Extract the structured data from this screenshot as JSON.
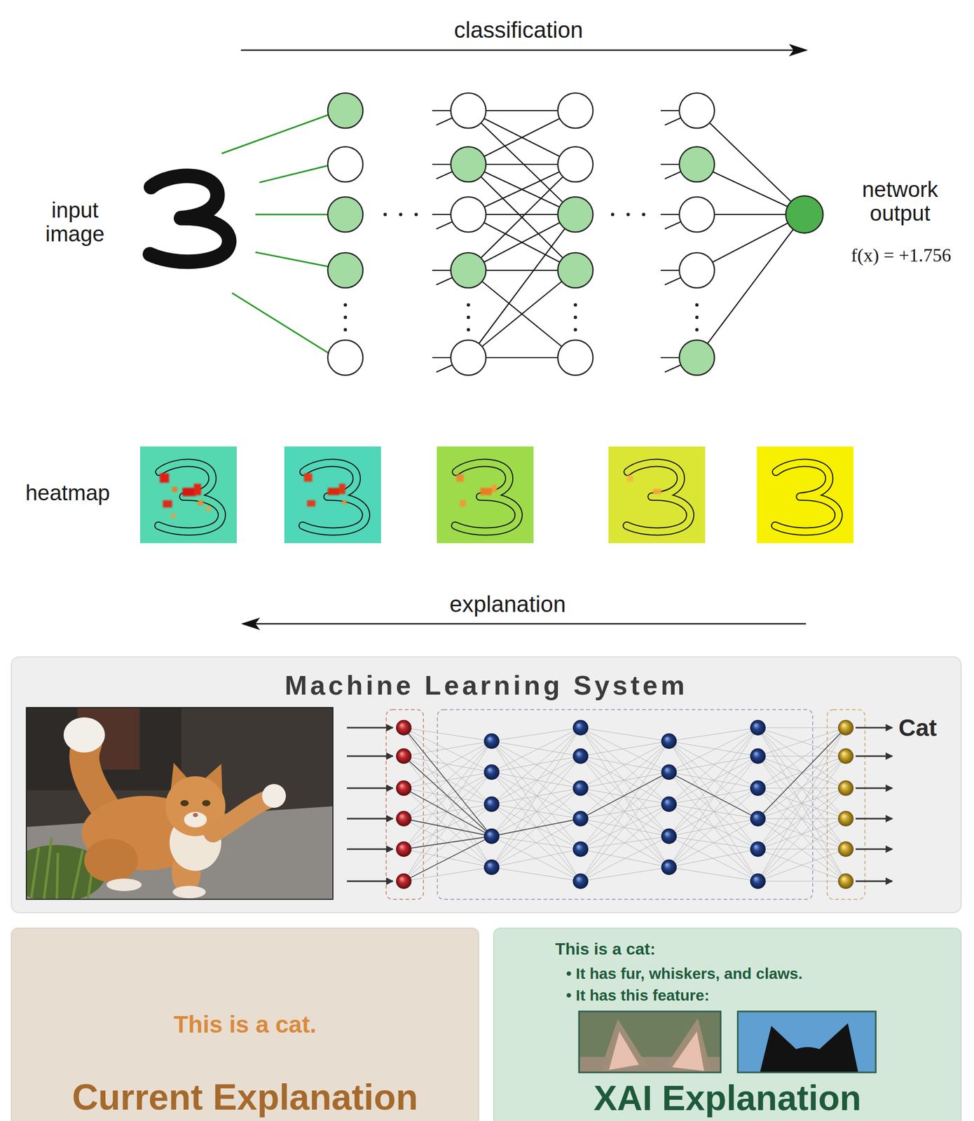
{
  "diagram": {
    "nodes": [
      {
        "text": [
          "Machine Learning System"
        ]
      },
      {
        "text": [
          "This is a cat.",
          "Current Explanation"
        ]
      },
      {
        "text": [
          "This is a cat:",
          "• It has fur, whiskers, and claws.",
          "• It has this feature:",
          "XAI Explanation"
        ]
      }
    ],
    "labels": [
      "classification",
      "input image",
      "network output",
      "f(x) = +1.756",
      "heatmap",
      "explanation",
      "Cat"
    ]
  }
}
